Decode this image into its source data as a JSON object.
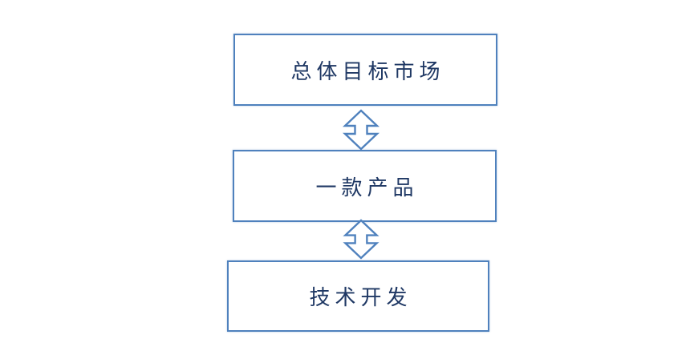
{
  "colors": {
    "accent": "#4F81BD",
    "text": "#1F3864",
    "background": "#FFFFFF"
  },
  "diagram": {
    "type": "flowchart-vertical",
    "nodes": [
      {
        "id": "overall-target-market",
        "label": "总体目标市场"
      },
      {
        "id": "one-product",
        "label": "一款产品"
      },
      {
        "id": "technology-development",
        "label": "技术开发"
      }
    ],
    "connectors": [
      {
        "icon": "up-down-arrow-icon",
        "from": "overall-target-market",
        "to": "one-product",
        "bidirectional": true
      },
      {
        "icon": "up-down-arrow-icon",
        "from": "one-product",
        "to": "technology-development",
        "bidirectional": true
      }
    ]
  }
}
